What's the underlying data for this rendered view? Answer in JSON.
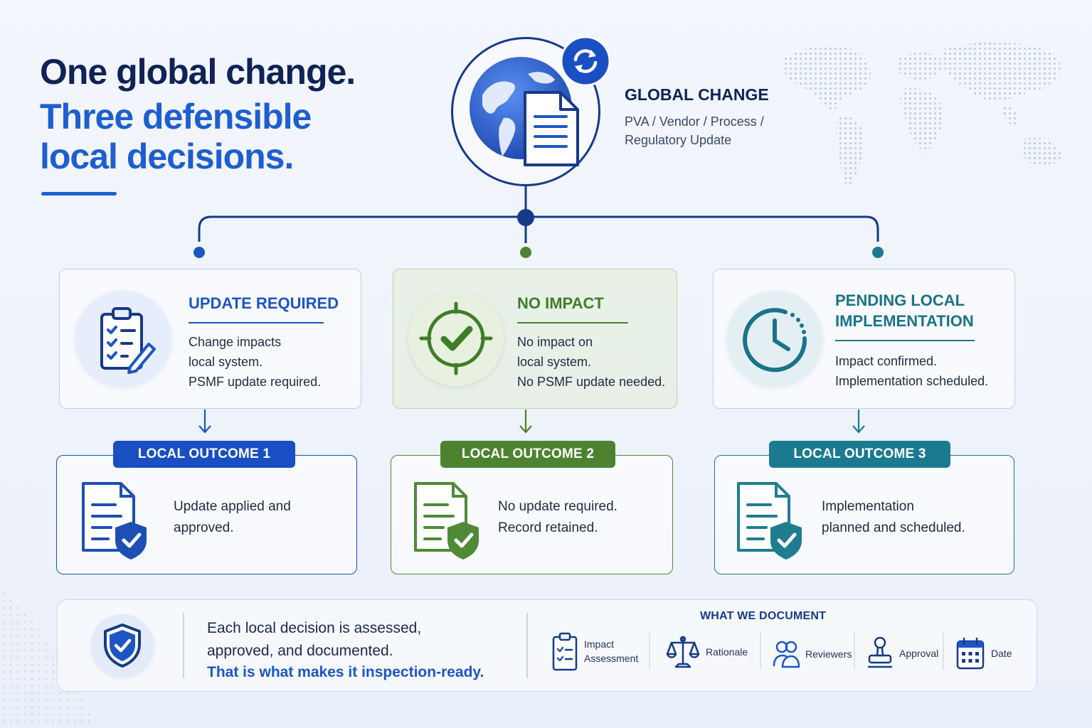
{
  "headline": {
    "line1": "One global change.",
    "line2": "Three defensible local decisions."
  },
  "global_change": {
    "title": "GLOBAL CHANGE",
    "subtitle": "PVA / Vendor / Process / Regulatory Update",
    "icon": "globe-document-icon",
    "badge_icon": "refresh-icon"
  },
  "colors": {
    "navy": "#0f2356",
    "blue": "#1d56c4",
    "green": "#4d8330",
    "teal": "#1b7a8f"
  },
  "decisions": [
    {
      "title": "UPDATE REQUIRED",
      "body": [
        "Change impacts",
        "local system.",
        "PSMF update required."
      ],
      "icon": "clipboard-checklist-icon"
    },
    {
      "title": "NO IMPACT",
      "body": [
        "No impact on",
        "local system.",
        "No PSMF update needed."
      ],
      "icon": "target-check-icon"
    },
    {
      "title": "PENDING LOCAL IMPLEMENTATION",
      "title_line1": "PENDING LOCAL",
      "title_line2": "IMPLEMENTATION",
      "body": [
        "Impact confirmed.",
        "Implementation scheduled."
      ],
      "icon": "clock-icon"
    }
  ],
  "outcomes": [
    {
      "label": "LOCAL OUTCOME 1",
      "text": [
        "Update applied and",
        "approved."
      ],
      "icon": "document-shield-icon"
    },
    {
      "label": "LOCAL OUTCOME 2",
      "text": [
        "No update required.",
        "Record retained."
      ],
      "icon": "document-shield-icon"
    },
    {
      "label": "LOCAL OUTCOME 3",
      "text": [
        "Implementation",
        "planned and scheduled."
      ],
      "icon": "document-shield-icon"
    }
  ],
  "footer": {
    "line1": "Each local decision is assessed,",
    "line2": "approved, and documented.",
    "emphasis": "That is what makes it inspection-ready.",
    "documents_title": "WHAT WE DOCUMENT",
    "documents": [
      {
        "label_line1": "Impact",
        "label_line2": "Assessment",
        "icon": "clipboard-icon"
      },
      {
        "label_line1": "Rationale",
        "label_line2": "",
        "icon": "scales-icon"
      },
      {
        "label_line1": "Reviewers",
        "label_line2": "",
        "icon": "people-icon"
      },
      {
        "label_line1": "Approval",
        "label_line2": "",
        "icon": "stamp-icon"
      },
      {
        "label_line1": "Date",
        "label_line2": "",
        "icon": "calendar-icon"
      }
    ]
  }
}
